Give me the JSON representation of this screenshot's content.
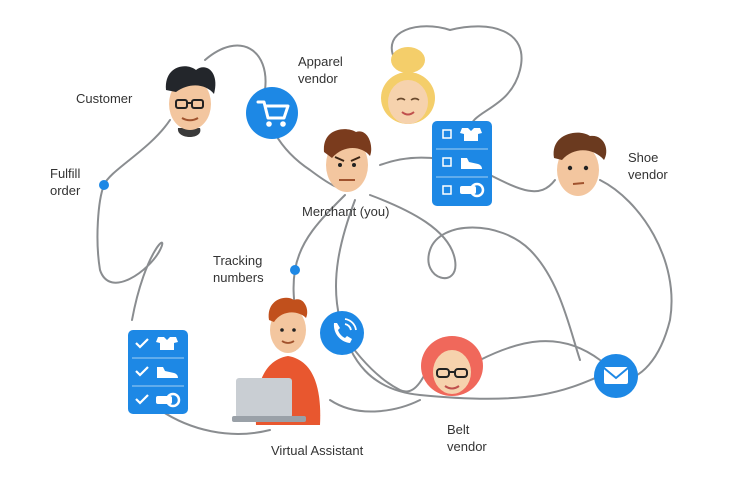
{
  "labels": {
    "customer": "Customer",
    "apparel_vendor": [
      "Apparel",
      "vendor"
    ],
    "fulfill_order": [
      "Fulfill",
      "order"
    ],
    "shoe_vendor": [
      "Shoe",
      "vendor"
    ],
    "merchant": "Merchant (you)",
    "tracking_numbers": [
      "Tracking",
      "numbers"
    ],
    "virtual_assistant": "Virtual Assistant",
    "belt_vendor": [
      "Belt",
      "vendor"
    ]
  },
  "colors": {
    "accent_blue": "#1d88e5",
    "line_gray": "#8a8d90",
    "text": "#333333"
  },
  "icons": [
    "shopping-cart-icon",
    "phone-icon",
    "envelope-icon",
    "checklist-icon"
  ]
}
